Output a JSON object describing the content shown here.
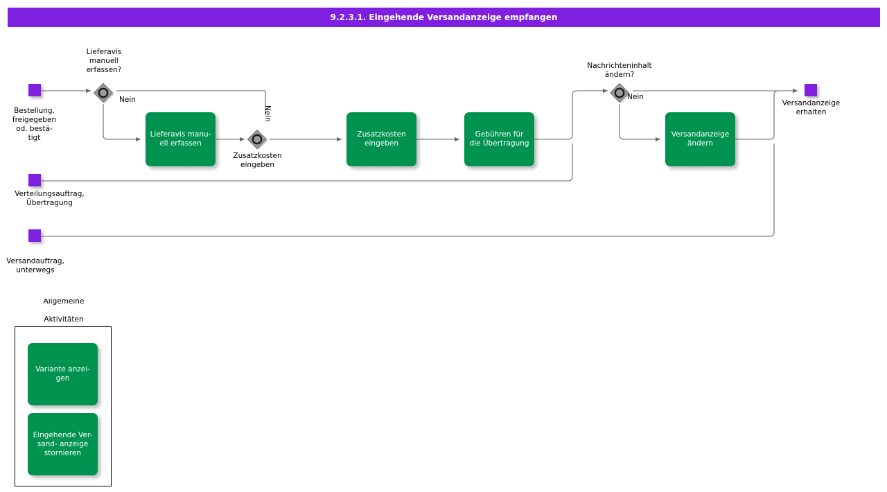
{
  "header": {
    "title": "9.2.3.1. Eingehende Versandanzeige empfangen",
    "background": "#7f20e0",
    "text_color": "#ffffff"
  },
  "palette": {
    "task_green": "#009350",
    "event_purple": "#7f20e0",
    "gateway_gray": "#999999",
    "connector_gray": "#666666",
    "group_border": "#000000"
  },
  "events": [
    {
      "id": "start-bestellung",
      "type": "start",
      "label": "Bestellung,\nfreigegeben\nod. bestä-\ntigt"
    },
    {
      "id": "start-verteilungsauftrag",
      "type": "start",
      "label": "Verteilungsauftrag,\nÜbertragung"
    },
    {
      "id": "start-versandauftrag",
      "type": "start",
      "label": "Versandauftrag,\nunterwegs"
    },
    {
      "id": "end-versandanzeige",
      "type": "end",
      "label": "Versandanzeige\nerhalten"
    }
  ],
  "gateways": [
    {
      "id": "gw-lieferavis",
      "label": "Lieferavis\nmanuell\nerfassen?",
      "label_position": "above"
    },
    {
      "id": "gw-zusatzkosten",
      "label": "Zusatzkosten\neingeben",
      "label_position": "below"
    },
    {
      "id": "gw-nachrichteninhalt",
      "label": "Nachrichteninhalt\nändern?",
      "label_position": "above"
    }
  ],
  "tasks": [
    {
      "id": "task-lieferavis-erfassen",
      "label": "Lieferavis manu-\nell erfassen"
    },
    {
      "id": "task-zusatzkosten-eingeben",
      "label": "Zusatzkosten\neingeben"
    },
    {
      "id": "task-gebuehren-uebertragung",
      "label": "Gebühren für\ndie Übertragung"
    },
    {
      "id": "task-versandanzeige-aendern",
      "label": "Versandanzeige\nändern"
    }
  ],
  "flow_labels": [
    {
      "id": "flow-nein-1",
      "text": "Nein",
      "orientation": "horizontal"
    },
    {
      "id": "flow-nein-2",
      "text": "Nein",
      "orientation": "vertical"
    },
    {
      "id": "flow-nein-3",
      "text": "Nein",
      "orientation": "horizontal"
    }
  ],
  "group": {
    "title": "Allgemeine\n\nAktivitäten",
    "title_line1": "Allgemeine",
    "title_line2": "Aktivitäten",
    "tasks": [
      {
        "id": "task-variante-anzeigen",
        "label": "Variante anzei-\ngen"
      },
      {
        "id": "task-versandanzeige-stornieren",
        "label": "Eingehende Ver-\nsand- anzeige\nstornieren"
      }
    ]
  }
}
